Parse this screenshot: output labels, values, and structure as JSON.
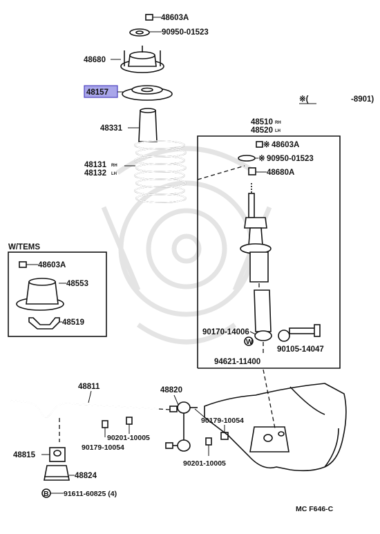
{
  "labels": {
    "nut_top": "48603A",
    "washer_top": "90950-01523",
    "support": "48680",
    "highlight": "48157",
    "bumper": "48331",
    "spring_a": "48131",
    "spring_a_side": "RH",
    "spring_b": "48132",
    "spring_b_side": "LH",
    "shock_a": "48510",
    "shock_a_side": "RH",
    "shock_b": "48520",
    "shock_b_side": "LH",
    "shock_nut": "48603A",
    "shock_washer": "90950-01523",
    "shock_support": "48680A",
    "bolt_left": "90170-14006",
    "bolt_right": "90105-14047",
    "washer_w": "94621-11400",
    "tems_title": "W/TEMS",
    "tems_nut": "48603A",
    "tems_support": "48553",
    "tems_bracket": "48519",
    "stab_bar": "48811",
    "stab_link": "48820",
    "stab_bush": "48815",
    "stab_bracket": "48824",
    "stab_nut_a": "90201-10005",
    "stab_nut_b": "90179-10054",
    "link_nut_upper": "90179-10054",
    "link_nut_lower": "90201-10005",
    "bolt_b": "91611-60825 (4)",
    "footnote_mark": "※(",
    "footnote_date": "-8901)",
    "asterisk": "※",
    "w_mark": "W",
    "b_mark": "B",
    "diagram_code": "MC F646-C"
  },
  "colors": {
    "highlight_fill": "#a9a6ea",
    "highlight_border": "#4a3fbf",
    "line": "#111111",
    "watermark": "#e4e4e4"
  }
}
